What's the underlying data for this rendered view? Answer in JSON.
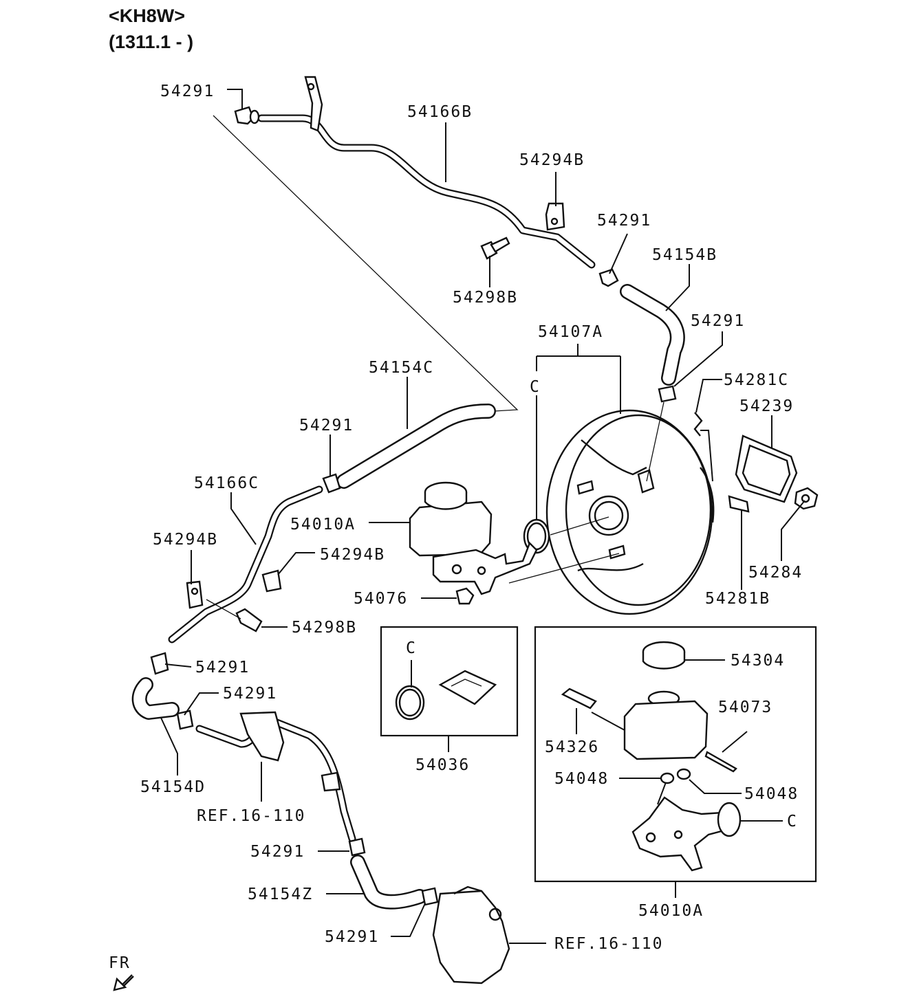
{
  "header": {
    "model_code": "<KH8W>",
    "date_range": "(1311.1 - )"
  },
  "labels": {
    "p54291_a": "54291",
    "p54166B": "54166B",
    "p54294B_a": "54294B",
    "p54291_b": "54291",
    "p54154B": "54154B",
    "p54298B_a": "54298B",
    "p54107A": "54107A",
    "p54291_c": "54291",
    "pC_a": "C",
    "p54281C": "54281C",
    "p54239": "54239",
    "p54154C": "54154C",
    "p54291_d": "54291",
    "p54166C": "54166C",
    "p54010A_a": "54010A",
    "p54294B_b": "54294B",
    "p54294B_c": "54294B",
    "p54284": "54284",
    "p54281B": "54281B",
    "p54076": "54076",
    "p54298B_b": "54298B",
    "pC_b": "C",
    "p54304": "54304",
    "p54291_e": "54291",
    "p54291_f": "54291",
    "p54073": "54073",
    "p54326": "54326",
    "p54036": "54036",
    "p54048_a": "54048",
    "p54048_b": "54048",
    "p54154D": "54154D",
    "ref_a": "REF.16-110",
    "pC_c": "C",
    "p54291_g": "54291",
    "p54154Z": "54154Z",
    "p54010A_b": "54010A",
    "p54291_h": "54291",
    "ref_b": "REF.16-110",
    "fr": "FR"
  }
}
